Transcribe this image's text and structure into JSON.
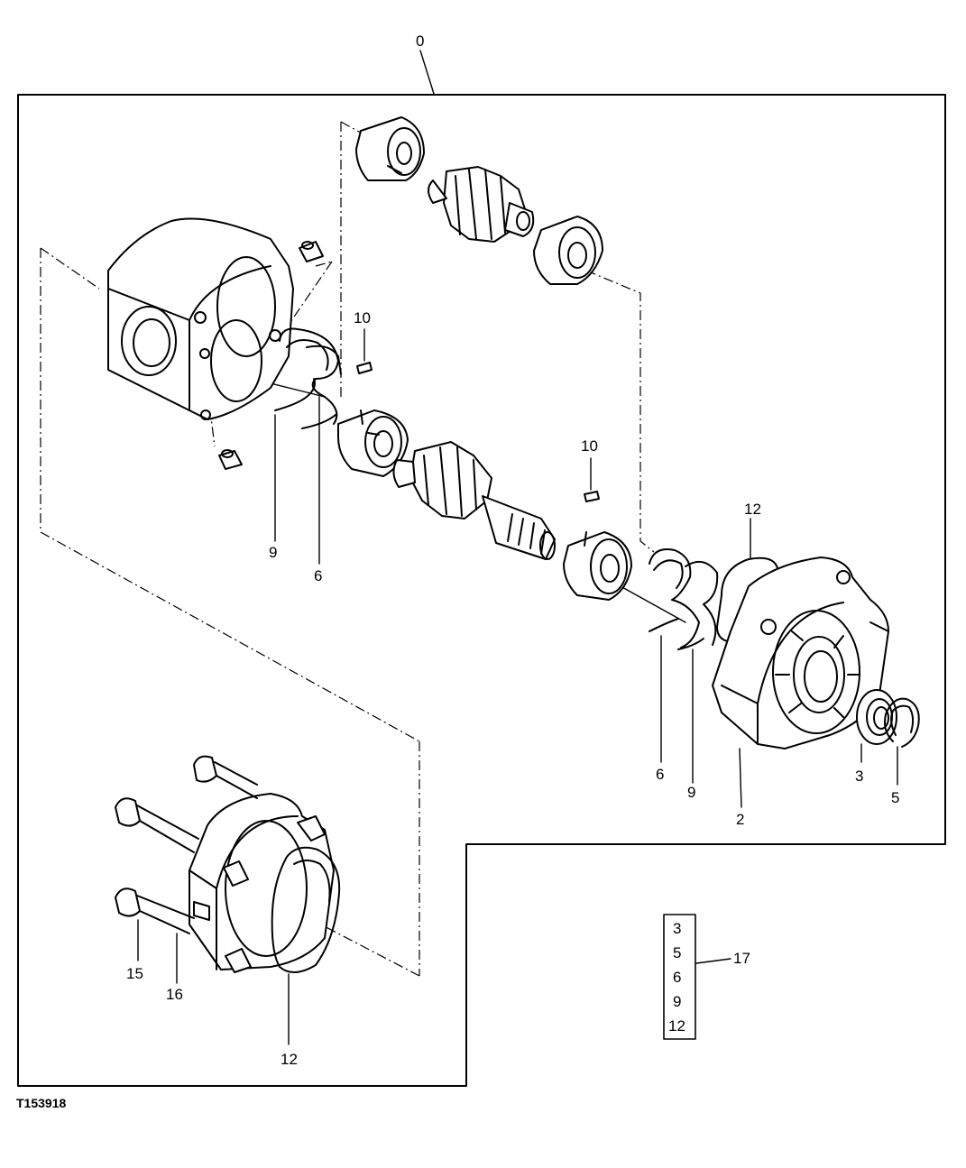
{
  "drawing_code": "T153918",
  "callouts": {
    "assembly": "0",
    "seal_ring_upper": "10",
    "seal_ring_lower": "10",
    "backup_upper_left": "9",
    "wire_seal_upper_left": "6",
    "front_seal_ring": "12",
    "front_backup": "6",
    "front_wire_seal": "9",
    "front_cover": "2",
    "shaft_seal": "3",
    "snap_ring": "5",
    "cap_screw": "15",
    "stud": "16",
    "rear_seal_ring": "12"
  },
  "kit": {
    "label": "17",
    "items": [
      "3",
      "5",
      "6",
      "9",
      "12"
    ]
  }
}
